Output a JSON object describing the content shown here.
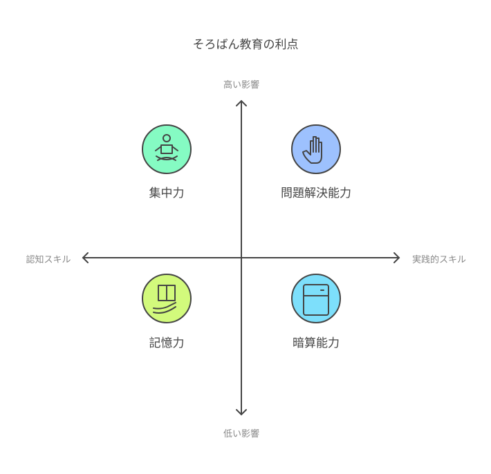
{
  "title": "そろばん教育の利点",
  "axes": {
    "top": "高い影響",
    "bottom": "低い影響",
    "left": "認知スキル",
    "right": "実践的スキル"
  },
  "quadrants": [
    {
      "label": "集中力",
      "icon": "meditation-icon",
      "color": "#85fbc3"
    },
    {
      "label": "問題解決能力",
      "icon": "hand-icon",
      "color": "#9dc1fe"
    },
    {
      "label": "記憶力",
      "icon": "book-hand-icon",
      "color": "#d2fa7c"
    },
    {
      "label": "暗算能力",
      "icon": "calculator-icon",
      "color": "#7ddffb"
    }
  ]
}
